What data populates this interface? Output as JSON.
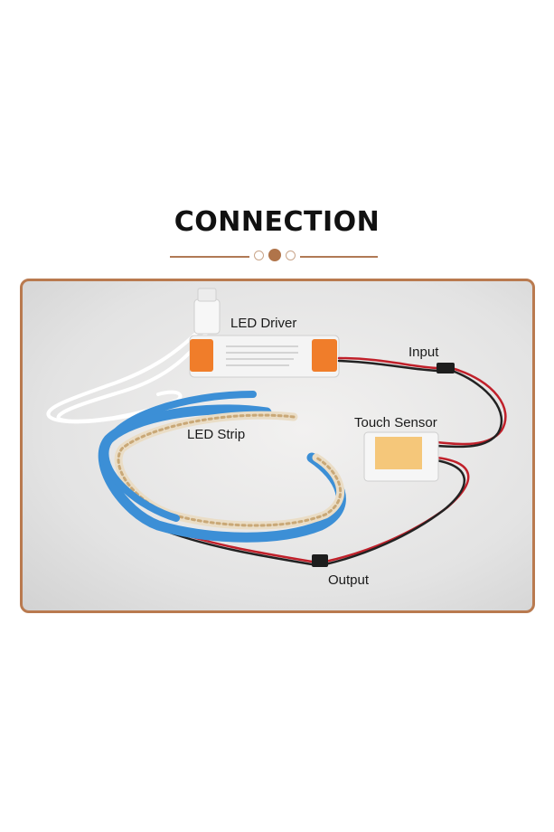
{
  "title": "CONNECTION",
  "labels": {
    "led_driver": "LED Driver",
    "input": "Input",
    "touch_sensor": "Touch Sensor",
    "led_strip": "LED Strip",
    "output": "Output"
  },
  "colors": {
    "accent": "#b97a4f",
    "wire_red": "#c0202a",
    "strip_blue": "#3c8fd6",
    "sensor_pad": "#f5c77a"
  }
}
